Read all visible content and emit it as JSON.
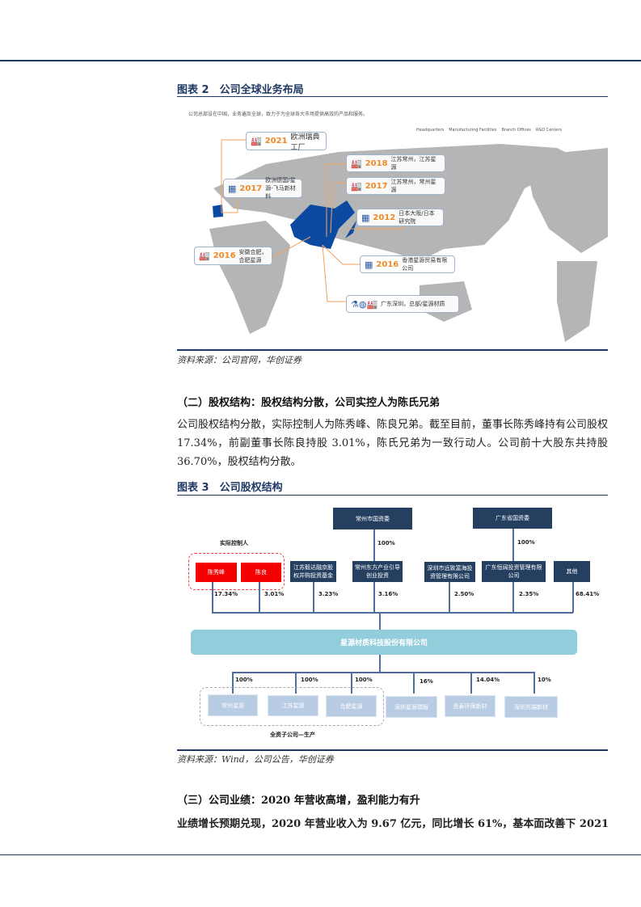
{
  "figure2": {
    "title": "图表 2　公司全球业务布局",
    "intro": "公司总部设在中国，业务遍及全球，致力于为全球各大市场提供高效的产品和服务。",
    "legend": [
      "Headquarters",
      "Manufacturing Facilities",
      "Branch Offices",
      "R&D Centers"
    ],
    "callouts": [
      {
        "year": "2021",
        "text": "欧洲瑞典工厂",
        "icon": "factory-icon"
      },
      {
        "year": "2017",
        "text": "欧洲德国/星源-飞马新材料",
        "icon": "building-icon"
      },
      {
        "year": "2018",
        "text": "江苏常州，江苏星源",
        "icon": "factory-icon"
      },
      {
        "year": "2017",
        "text": "江苏常州，常州星源",
        "icon": "factory-icon"
      },
      {
        "year": "2012",
        "text": "日本大阪/日本研究院",
        "icon": "building-icon"
      },
      {
        "year": "2016",
        "text": "安徽合肥，合肥星源",
        "icon": "factory-icon"
      },
      {
        "year": "2016",
        "text": "香港星源贸易有限公司",
        "icon": "building-icon"
      },
      {
        "year": "",
        "text": "广东深圳，总部/星源材质",
        "icon": "flask-globe-factory-icon"
      }
    ],
    "source": "资料来源：公司官网，华创证券"
  },
  "section2": {
    "heading": "（二）股权结构：股权结构分散，公司实控人为陈氏兄弟",
    "paragraph": "公司股权结构分散，实际控制人为陈秀峰、陈良兄弟。截至目前，董事长陈秀峰持有公司股权 17.34%，前副董事长陈良持股 3.01%，陈氏兄弟为一致行动人。公司前十大股东共持股 36.70%，股权结构分散。"
  },
  "figure3": {
    "title": "图表 3　公司股权结构",
    "top": [
      {
        "name": "常州市国资委",
        "pct": "100%"
      },
      {
        "name": "广东省国资委",
        "pct": "100%"
      }
    ],
    "controller_label": "实际控制人",
    "shareholders": [
      {
        "name": "陈秀峰",
        "pct": "17.34%"
      },
      {
        "name": "陈良",
        "pct": "3.01%"
      },
      {
        "name": "江苏毅达融京股权并购投资基金",
        "pct": "3.23%"
      },
      {
        "name": "常州东方产业引导创业投资",
        "pct": "3.16%"
      },
      {
        "name": "深圳市远致富海投资管理有限公司",
        "pct": "2.50%"
      },
      {
        "name": "广东恒阔投资管理有限公司",
        "pct": "2.35%"
      },
      {
        "name": "其他",
        "pct": "68.41%"
      }
    ],
    "company": "星源材质科技股份有限公司",
    "subsidiaries": [
      {
        "name": "常州星源",
        "pct": "100%"
      },
      {
        "name": "江苏星源",
        "pct": "100%"
      },
      {
        "name": "合肥星源",
        "pct": "100%"
      },
      {
        "name": "深圳星源瑞智",
        "pct": "16%"
      },
      {
        "name": "恩泰环保新材",
        "pct": "14.04%"
      },
      {
        "name": "深圳先端新材",
        "pct": "10%"
      }
    ],
    "group_label": "全资子公司—生产",
    "source": "资料来源：Wind，公司公告，华创证券"
  },
  "section3": {
    "heading": "（三）公司业绩：2020 年营收高增，盈利能力有升",
    "paragraph": "业绩增长预期兑现，2020 年营业收入为 9.67 亿元，同比增长 61%，基本面改善下 2021"
  }
}
